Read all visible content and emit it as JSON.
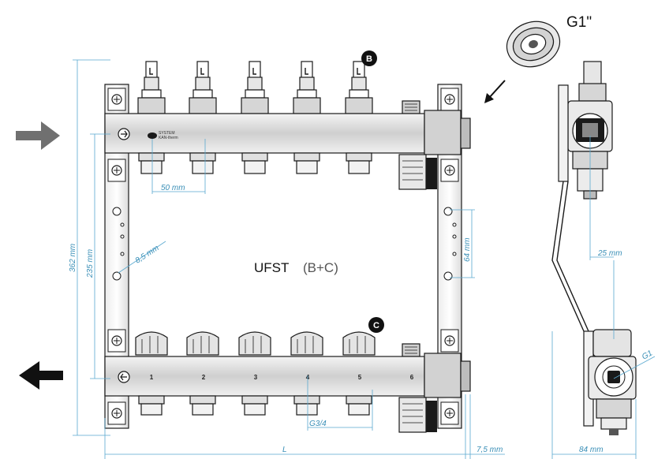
{
  "diagram": {
    "title": "UFST",
    "subtitle": "(B+C)",
    "thread_label": "G1\"",
    "badge_top": "B",
    "badge_bottom": "C",
    "brand_line1": "SYSTEM",
    "brand_line2": "KAN-therm",
    "outlet_numbers": [
      "1",
      "2",
      "3",
      "4",
      "5",
      "6"
    ],
    "dimensions": {
      "spacing": "50 mm",
      "height_total": "362 mm",
      "height_inner": "235 mm",
      "hole": "8,5 mm",
      "mount": "64 mm",
      "thread_bottom": "G3/4",
      "length": "L",
      "offset": "7,5 mm",
      "depth": "25 mm",
      "side_width": "84 mm",
      "side_thread": "G1"
    },
    "colors": {
      "dimension": "#3a8fb7",
      "steel": "#d9d9d9",
      "dark": "#1a1a1a",
      "arrow_in": "#707070",
      "arrow_out": "#111111"
    }
  }
}
